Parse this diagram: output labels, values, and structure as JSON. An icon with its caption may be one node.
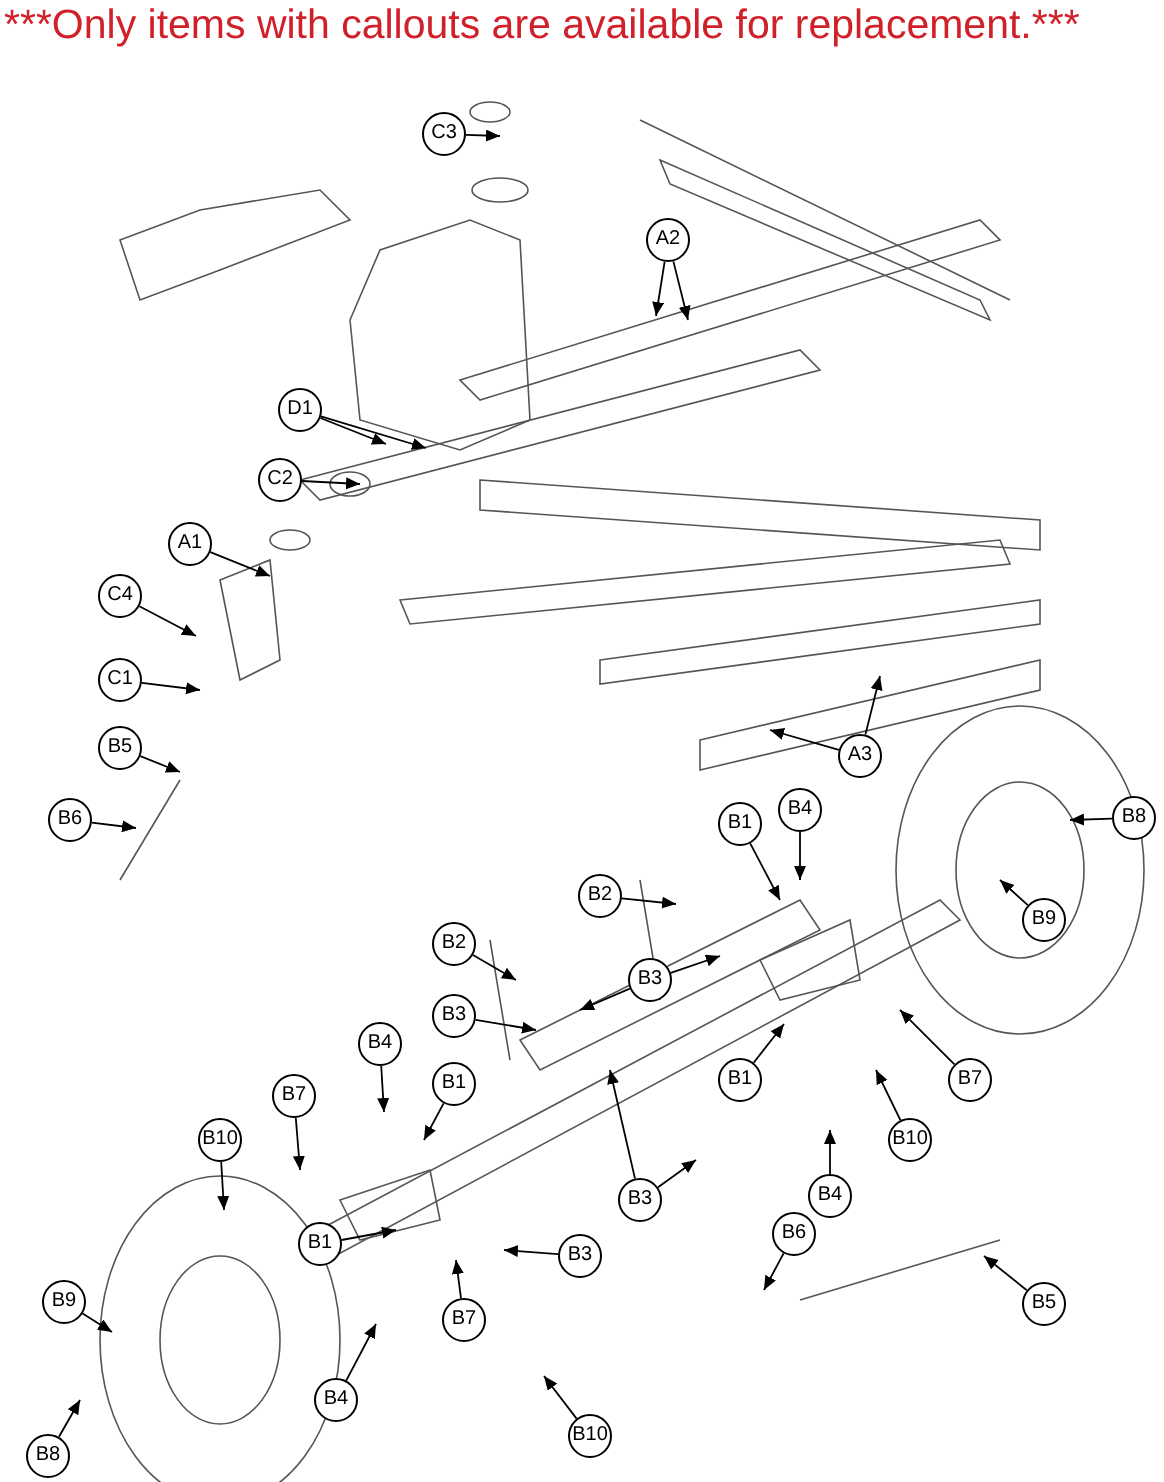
{
  "diagram": {
    "title": "***Only items with callouts are available for replacement.***",
    "nodes": [
      {
        "text": [
          "C3"
        ]
      },
      {
        "text": [
          "A2"
        ]
      },
      {
        "text": [
          "D1"
        ]
      },
      {
        "text": [
          "C2"
        ]
      },
      {
        "text": [
          "A1"
        ]
      },
      {
        "text": [
          "C4"
        ]
      },
      {
        "text": [
          "C1"
        ]
      },
      {
        "text": [
          "B5"
        ]
      },
      {
        "text": [
          "A3"
        ]
      },
      {
        "text": [
          "B4"
        ]
      },
      {
        "text": [
          "B6"
        ]
      },
      {
        "text": [
          "B8"
        ]
      },
      {
        "text": [
          "B1"
        ]
      },
      {
        "text": [
          "B2"
        ]
      },
      {
        "text": [
          "B9"
        ]
      },
      {
        "text": [
          "B2"
        ]
      },
      {
        "text": [
          "B3"
        ]
      },
      {
        "text": [
          "B3"
        ]
      },
      {
        "text": [
          "B4"
        ]
      },
      {
        "text": [
          "B1"
        ]
      },
      {
        "text": [
          "B7"
        ]
      },
      {
        "text": [
          "B10"
        ]
      },
      {
        "text": [
          "B7"
        ]
      },
      {
        "text": [
          "B10"
        ]
      },
      {
        "text": [
          "B1"
        ]
      },
      {
        "text": [
          "B4"
        ]
      },
      {
        "text": [
          "B3"
        ]
      },
      {
        "text": [
          "B6"
        ]
      },
      {
        "text": [
          "B1"
        ]
      },
      {
        "text": [
          "B3"
        ]
      },
      {
        "text": [
          "B9"
        ]
      },
      {
        "text": [
          "B5"
        ]
      },
      {
        "text": [
          "B4"
        ]
      },
      {
        "text": [
          "B7"
        ]
      },
      {
        "text": [
          "B10"
        ]
      },
      {
        "text": [
          "B8"
        ]
      }
    ],
    "edges": [
      {
        "from": 0,
        "to": null,
        "arrow": "to"
      },
      {
        "from": 1,
        "to": null,
        "arrow": "to"
      },
      {
        "from": 1,
        "to": null,
        "arrow": "to"
      },
      {
        "from": 2,
        "to": null,
        "arrow": "to"
      },
      {
        "from": 2,
        "to": null,
        "arrow": "to"
      },
      {
        "from": 3,
        "to": null,
        "arrow": "to"
      },
      {
        "from": 4,
        "to": null,
        "arrow": "to"
      },
      {
        "from": 5,
        "to": null,
        "arrow": "to"
      },
      {
        "from": 6,
        "to": null,
        "arrow": "to"
      },
      {
        "from": 7,
        "to": null,
        "arrow": "to"
      },
      {
        "from": 8,
        "to": null,
        "arrow": "to"
      },
      {
        "from": 8,
        "to": null,
        "arrow": "to"
      },
      {
        "from": 9,
        "to": null,
        "arrow": "to"
      },
      {
        "from": 10,
        "to": null,
        "arrow": "to"
      },
      {
        "from": 11,
        "to": null,
        "arrow": "to"
      },
      {
        "from": 12,
        "to": null,
        "arrow": "to"
      },
      {
        "from": 13,
        "to": null,
        "arrow": "to"
      },
      {
        "from": 14,
        "to": null,
        "arrow": "to"
      },
      {
        "from": 15,
        "to": null,
        "arrow": "to"
      },
      {
        "from": 16,
        "to": null,
        "arrow": "to"
      },
      {
        "from": 16,
        "to": null,
        "arrow": "to"
      },
      {
        "from": 17,
        "to": null,
        "arrow": "to"
      },
      {
        "from": 18,
        "to": null,
        "arrow": "to"
      },
      {
        "from": 19,
        "to": null,
        "arrow": "to"
      },
      {
        "from": 20,
        "to": null,
        "arrow": "to"
      },
      {
        "from": 21,
        "to": null,
        "arrow": "to"
      },
      {
        "from": 22,
        "to": null,
        "arrow": "to"
      },
      {
        "from": 23,
        "to": null,
        "arrow": "to"
      },
      {
        "from": 24,
        "to": null,
        "arrow": "to"
      },
      {
        "from": 25,
        "to": null,
        "arrow": "to"
      },
      {
        "from": 26,
        "to": null,
        "arrow": "to"
      },
      {
        "from": 26,
        "to": null,
        "arrow": "to"
      },
      {
        "from": 27,
        "to": null,
        "arrow": "to"
      },
      {
        "from": 28,
        "to": null,
        "arrow": "to"
      },
      {
        "from": 29,
        "to": null,
        "arrow": "to"
      },
      {
        "from": 30,
        "to": null,
        "arrow": "to"
      },
      {
        "from": 31,
        "to": null,
        "arrow": "to"
      },
      {
        "from": 32,
        "to": null,
        "arrow": "to"
      },
      {
        "from": 33,
        "to": null,
        "arrow": "to"
      },
      {
        "from": 34,
        "to": null,
        "arrow": "to"
      },
      {
        "from": 35,
        "to": null,
        "arrow": "to"
      }
    ]
  }
}
